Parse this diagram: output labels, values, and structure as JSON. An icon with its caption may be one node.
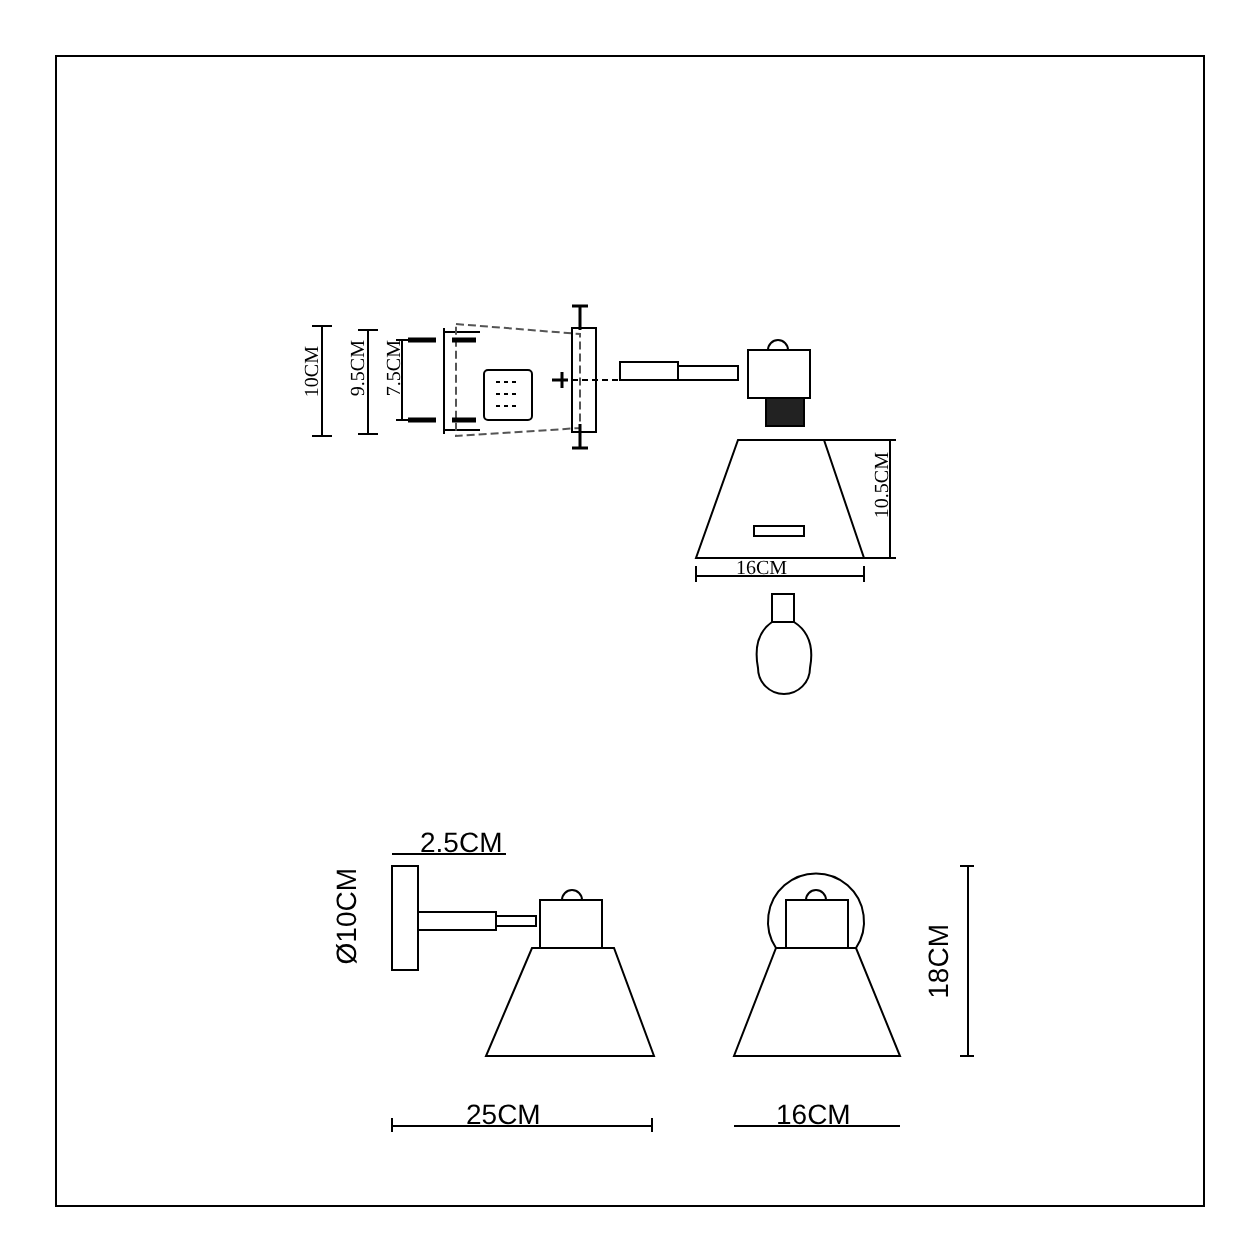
{
  "diagram": {
    "labels": [
      "10CM",
      "9.5CM",
      "7.5CM",
      "10.5CM",
      "16CM",
      "2.5CM",
      "Ø10CM",
      "25CM",
      "16CM",
      "18CM"
    ]
  }
}
